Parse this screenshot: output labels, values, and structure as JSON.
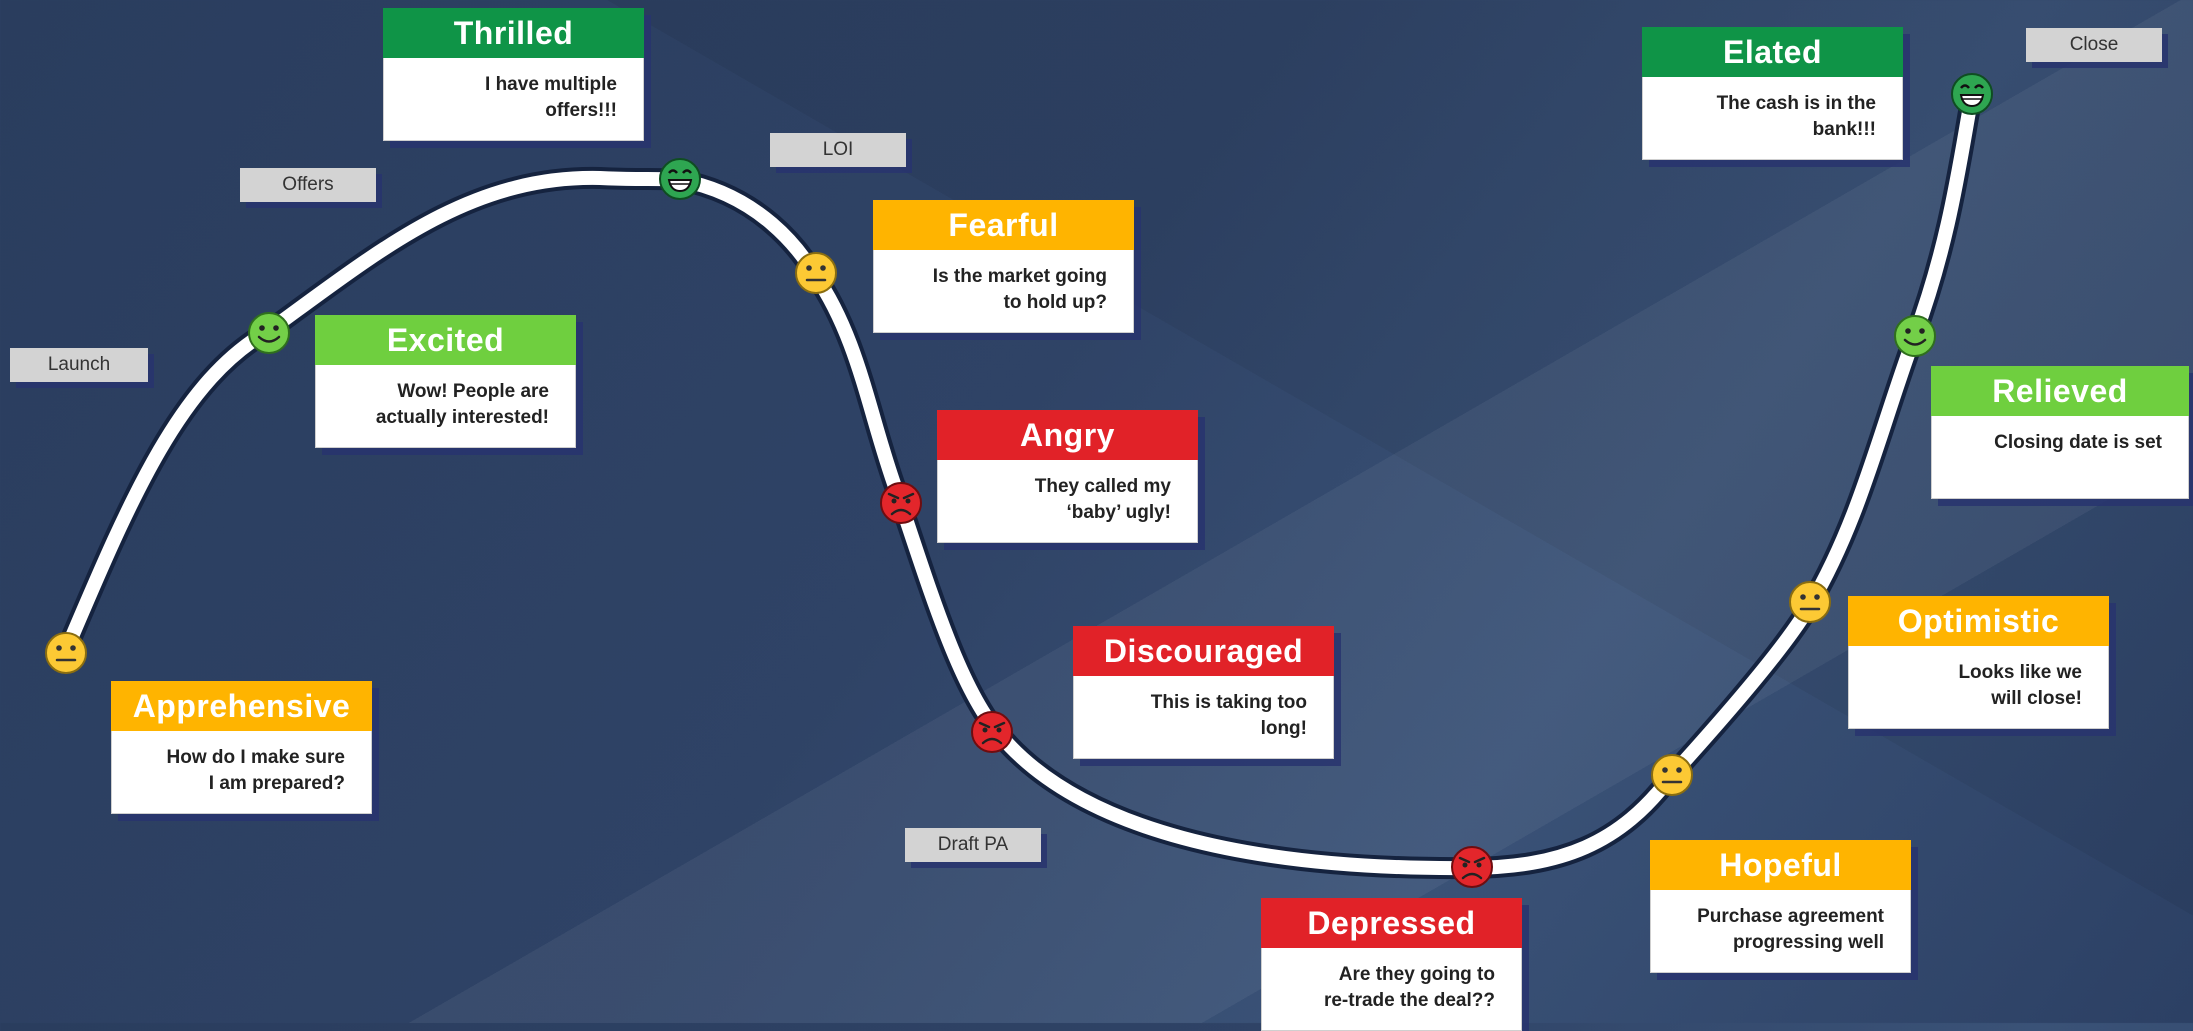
{
  "colors": {
    "green": "#0f9447",
    "light_green": "#6fcf3f",
    "yellow": "#ffb400",
    "red": "#e12228",
    "stage_gray": "#d3d3d3"
  },
  "stages": {
    "launch": "Launch",
    "offers": "Offers",
    "loi": "LOI",
    "draft_pa": "Draft PA",
    "close": "Close"
  },
  "emotions": {
    "apprehensive": {
      "title": "Apprehensive",
      "line1": "How do I make sure",
      "line2": "I am prepared?",
      "color": "#ffb400",
      "face": "neutral-face-icon"
    },
    "excited": {
      "title": "Excited",
      "line1": "Wow! People are",
      "line2": "actually interested!",
      "color": "#6fcf3f",
      "face": "smile-face-icon"
    },
    "thrilled": {
      "title": "Thrilled",
      "line1": "I have multiple",
      "line2": "offers!!!",
      "color": "#0f9447",
      "face": "grin-face-icon"
    },
    "fearful": {
      "title": "Fearful",
      "line1": "Is the market going",
      "line2": "to hold up?",
      "color": "#ffb400",
      "face": "neutral-face-icon"
    },
    "angry": {
      "title": "Angry",
      "line1": "They called my",
      "line2": "‘baby’ ugly!",
      "color": "#e12228",
      "face": "angry-face-icon"
    },
    "discouraged": {
      "title": "Discouraged",
      "line1": "This is taking too",
      "line2": "long!",
      "color": "#e12228",
      "face": "angry-face-icon"
    },
    "depressed": {
      "title": "Depressed",
      "line1": "Are they going to",
      "line2": "re-trade the deal??",
      "color": "#e12228",
      "face": "angry-face-icon"
    },
    "hopeful": {
      "title": "Hopeful",
      "line1": "Purchase agreement",
      "line2": "progressing well",
      "color": "#ffb400",
      "face": "neutral-face-icon"
    },
    "optimistic": {
      "title": "Optimistic",
      "line1": "Looks like we",
      "line2": "will close!",
      "color": "#ffb400",
      "face": "neutral-face-icon"
    },
    "relieved": {
      "title": "Relieved",
      "line1": "Closing date is set",
      "line2": "",
      "color": "#6fcf3f",
      "face": "smile-face-icon"
    },
    "elated": {
      "title": "Elated",
      "line1": "The cash is in the",
      "line2": "bank!!!",
      "color": "#0f9447",
      "face": "grin-face-icon"
    }
  }
}
